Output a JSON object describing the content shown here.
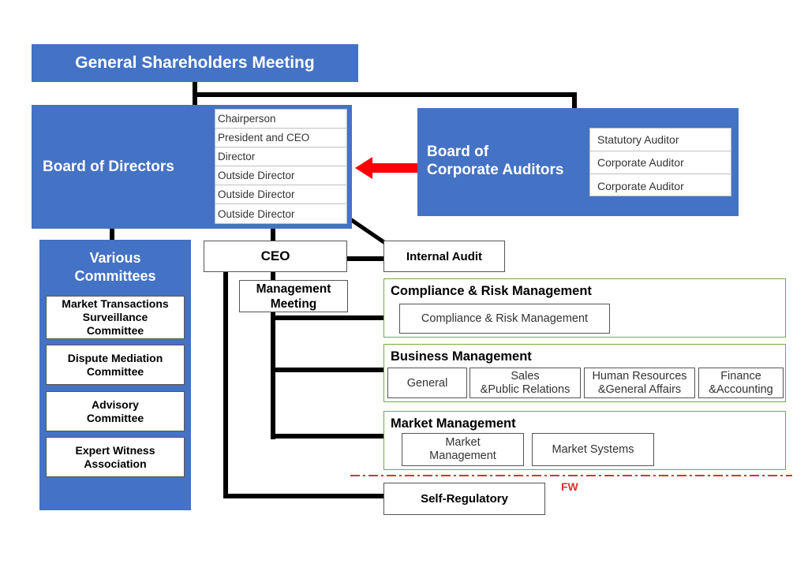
{
  "shareholders": "General Shareholders Meeting",
  "board_of_directors": {
    "title": "Board of Directors",
    "roles": [
      "Chairperson",
      "President and CEO",
      "Director",
      "Outside Director",
      "Outside Director",
      "Outside Director"
    ]
  },
  "board_of_auditors": {
    "title": "Board of\nCorporate Auditors",
    "roles": [
      "Statutory Auditor",
      "Corporate Auditor",
      "Corporate Auditor"
    ]
  },
  "various_committees": {
    "title": "Various\nCommittees",
    "items": [
      "Market Transactions\nSurveillance\nCommittee",
      "Dispute Mediation\nCommittee",
      "Advisory\nCommittee",
      "Expert Witness\nAssociation"
    ]
  },
  "ceo": "CEO",
  "internal_audit": "Internal Audit",
  "management_meeting": "Management\nMeeting",
  "compliance": {
    "title": "Compliance & Risk Management",
    "items": [
      "Compliance & Risk Management"
    ]
  },
  "business": {
    "title": "Business Management",
    "items": [
      "General",
      "Sales\n&Public Relations",
      "Human Resources\n&General Affairs",
      "Finance\n&Accounting"
    ]
  },
  "market": {
    "title": "Market Management",
    "items": [
      "Market\nManagement",
      "Market Systems"
    ]
  },
  "fw_label": "FW",
  "self_regulatory": "Self-Regulatory",
  "colors": {
    "primary_blue": "#4472c4",
    "arrow_red": "#ff0000",
    "section_border": "#70ad47",
    "fw_line": "#e03030"
  }
}
